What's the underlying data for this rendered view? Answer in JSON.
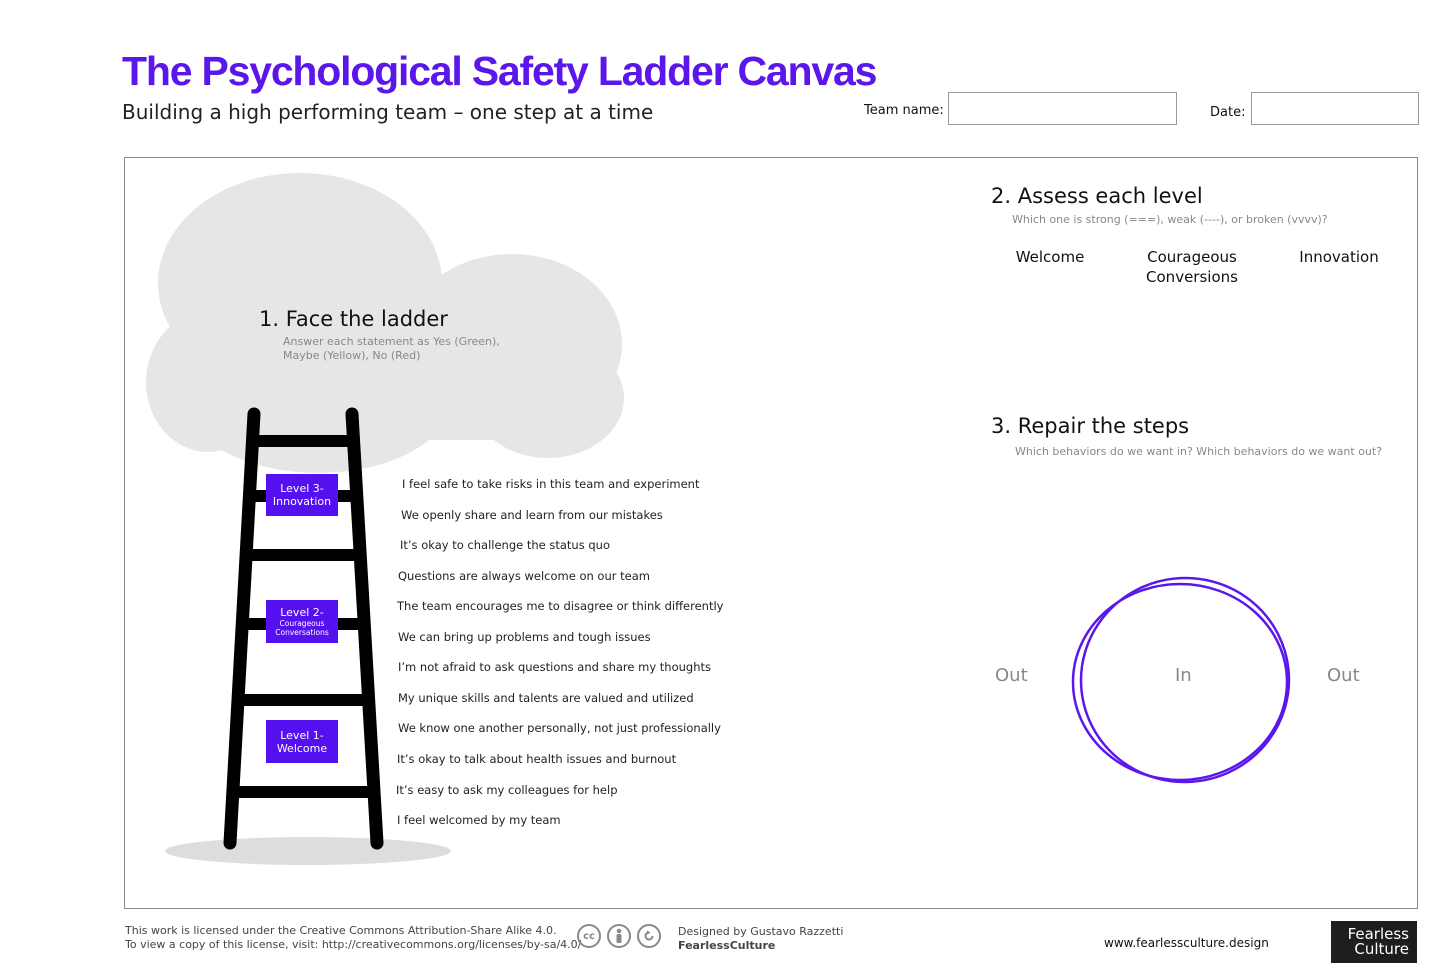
{
  "header": {
    "title": "The Psychological Safety Ladder Canvas",
    "subtitle": "Building a high performing team – one step at a time",
    "team_name_label": "Team name:",
    "team_name_value": "",
    "date_label": "Date:",
    "date_value": ""
  },
  "section1": {
    "title": "1. Face the ladder",
    "instruction": "Answer each statement as Yes (Green), Maybe (Yellow), No (Red)"
  },
  "levels": [
    {
      "title": "Level 3-",
      "name": "Innovation",
      "name_small": false
    },
    {
      "title": "Level 2-",
      "name": "Courageous Conversations",
      "name_small": true
    },
    {
      "title": "Level 1-",
      "name": "Welcome",
      "name_small": false
    }
  ],
  "statements": [
    "I feel safe to take risks in this team and experiment",
    "We openly share and learn from our mistakes",
    "It’s okay to challenge the status quo",
    "Questions are always welcome on our team",
    "The team encourages me to disagree or think differently",
    "We can bring up problems and tough issues",
    "I’m not afraid to ask questions and share my thoughts",
    "My unique skills and talents are valued and utilized",
    "We know one another personally, not just professionally",
    "It’s okay to talk about health issues and burnout",
    "It’s easy to ask my colleagues for help",
    "I feel welcomed by my team"
  ],
  "section2": {
    "title": "2. Assess each level",
    "instruction": "Which one is strong (===), weak (----), or broken (vvvv)?",
    "columns": [
      "Welcome",
      "Courageous Conversions",
      "Innovation"
    ]
  },
  "section3": {
    "title": "3. Repair the steps",
    "instruction": "Which behaviors do we want in? Which behaviors do we want out?",
    "out_left": "Out",
    "in": "In",
    "out_right": "Out"
  },
  "footer": {
    "license_line1": "This work is licensed under the Creative Commons Attribution-Share Alike 4.0.",
    "license_line2": "To view a copy of this license, visit: http://creativecommons.org/licenses/by-sa/4.0/",
    "cc_icons": [
      "cc-icon",
      "by-icon",
      "sa-icon"
    ],
    "cc_label": "cc",
    "designed_by": "Designed by Gustavo Razzetti",
    "brand": "FearlessCulture",
    "website": "www.fearlessculture.design",
    "logo_line1": "Fearless",
    "logo_line2": "Culture"
  },
  "colors": {
    "accent": "#5b17eb",
    "level_box": "#5510f0",
    "cloud": "#e6e6e6",
    "ladder": "#000000"
  }
}
